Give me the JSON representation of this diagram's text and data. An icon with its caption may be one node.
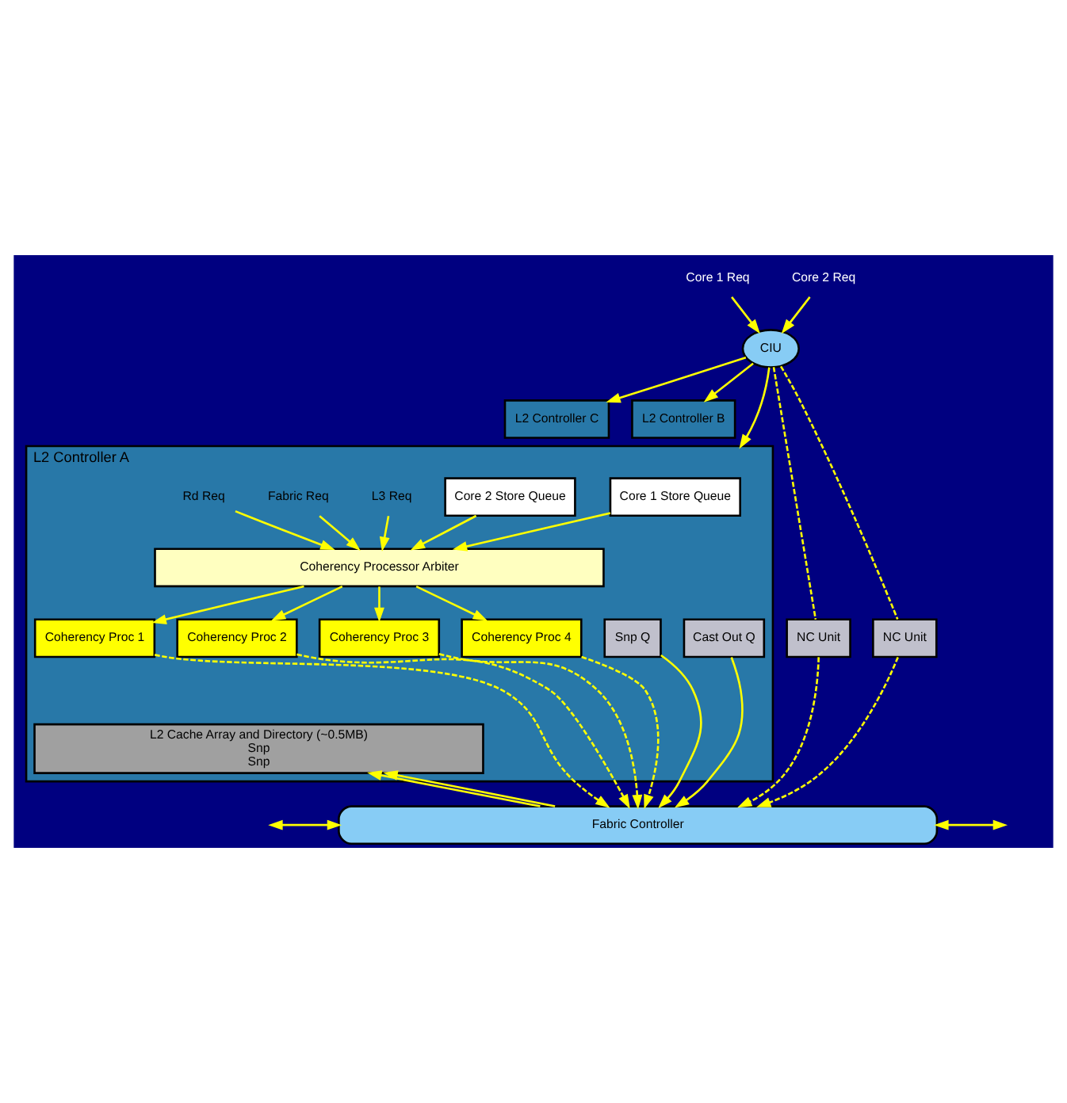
{
  "diagram": {
    "nodes": [
      {
        "text": [
          "Core 1 Req"
        ]
      },
      {
        "text": [
          "Core 2 Req"
        ]
      },
      {
        "text": [
          "CIU"
        ]
      },
      {
        "text": [
          "L2 Controller C"
        ]
      },
      {
        "text": [
          "L2 Controller B"
        ]
      },
      {
        "text": [
          "L2 Controller A"
        ]
      },
      {
        "text": [
          "Core 1 Store Queue"
        ],
        "in": 5
      },
      {
        "text": [
          "Core 2 Store Queue"
        ],
        "in": 5
      },
      {
        "text": [
          "L3 Req"
        ],
        "in": 5
      },
      {
        "text": [
          "Fabric Req"
        ],
        "in": 5
      },
      {
        "text": [
          "Rd Req"
        ],
        "in": 5
      },
      {
        "text": [
          "Coherency Processor Arbiter"
        ],
        "in": 5
      },
      {
        "text": [
          "Coherency Proc 1"
        ],
        "in": 5
      },
      {
        "text": [
          "Coherency Proc 2"
        ],
        "in": 5
      },
      {
        "text": [
          "Coherency Proc 3"
        ],
        "in": 5
      },
      {
        "text": [
          "Coherency Proc 4"
        ],
        "in": 5
      },
      {
        "text": [
          "L2 Cache Array and Directory (~0.5MB)",
          "Snp",
          "Snp"
        ],
        "in": 5
      },
      {
        "text": [
          "Snp Q"
        ],
        "in": 5
      },
      {
        "text": [
          "Cast Out Q"
        ],
        "in": 5
      },
      {
        "text": [
          "NC Unit"
        ]
      },
      {
        "text": [
          "NC Unit"
        ]
      },
      {
        "text": [
          "Fabric Controller"
        ]
      }
    ],
    "edges": [
      {
        "from": 0,
        "to": 2,
        "arrow": "to"
      },
      {
        "from": 1,
        "to": 2,
        "arrow": "to"
      },
      {
        "from": 2,
        "to": 5,
        "arrow": "to"
      },
      {
        "from": 2,
        "to": 4,
        "arrow": "to"
      },
      {
        "from": 2,
        "to": 3,
        "arrow": "to"
      },
      {
        "from": 2,
        "to": 19,
        "arrow": "none",
        "style": "dashed"
      },
      {
        "from": 2,
        "to": 20,
        "arrow": "none",
        "style": "dashed"
      },
      {
        "from": 8,
        "to": 11,
        "arrow": "to"
      },
      {
        "from": 9,
        "to": 11,
        "arrow": "to"
      },
      {
        "from": 10,
        "to": 11,
        "arrow": "to"
      },
      {
        "from": 6,
        "to": 11,
        "arrow": "to"
      },
      {
        "from": 7,
        "to": 11,
        "arrow": "to"
      },
      {
        "from": 11,
        "to": 12,
        "arrow": "to"
      },
      {
        "from": 11,
        "to": 13,
        "arrow": "to"
      },
      {
        "from": 11,
        "to": 14,
        "arrow": "to"
      },
      {
        "from": 11,
        "to": 15,
        "arrow": "to"
      },
      {
        "from": 12,
        "to": 21,
        "arrow": "to",
        "style": "dashed"
      },
      {
        "from": 13,
        "to": 21,
        "arrow": "to",
        "style": "dashed"
      },
      {
        "from": 14,
        "to": 21,
        "arrow": "to",
        "style": "dashed"
      },
      {
        "from": 15,
        "to": 21,
        "arrow": "to",
        "style": "dashed"
      },
      {
        "from": 21,
        "to": 16,
        "arrow": "to"
      },
      {
        "from": 21,
        "to": 16,
        "arrow": "to"
      },
      {
        "from": 17,
        "to": 21,
        "arrow": "to"
      },
      {
        "from": 18,
        "to": 21,
        "arrow": "to"
      },
      {
        "from": 19,
        "to": 21,
        "arrow": "to",
        "style": "dashed"
      },
      {
        "from": 20,
        "to": 21,
        "arrow": "to",
        "style": "dashed"
      },
      {
        "from": null,
        "to": 21,
        "arrow": "both"
      },
      {
        "from": 21,
        "to": null,
        "arrow": "both"
      }
    ]
  }
}
